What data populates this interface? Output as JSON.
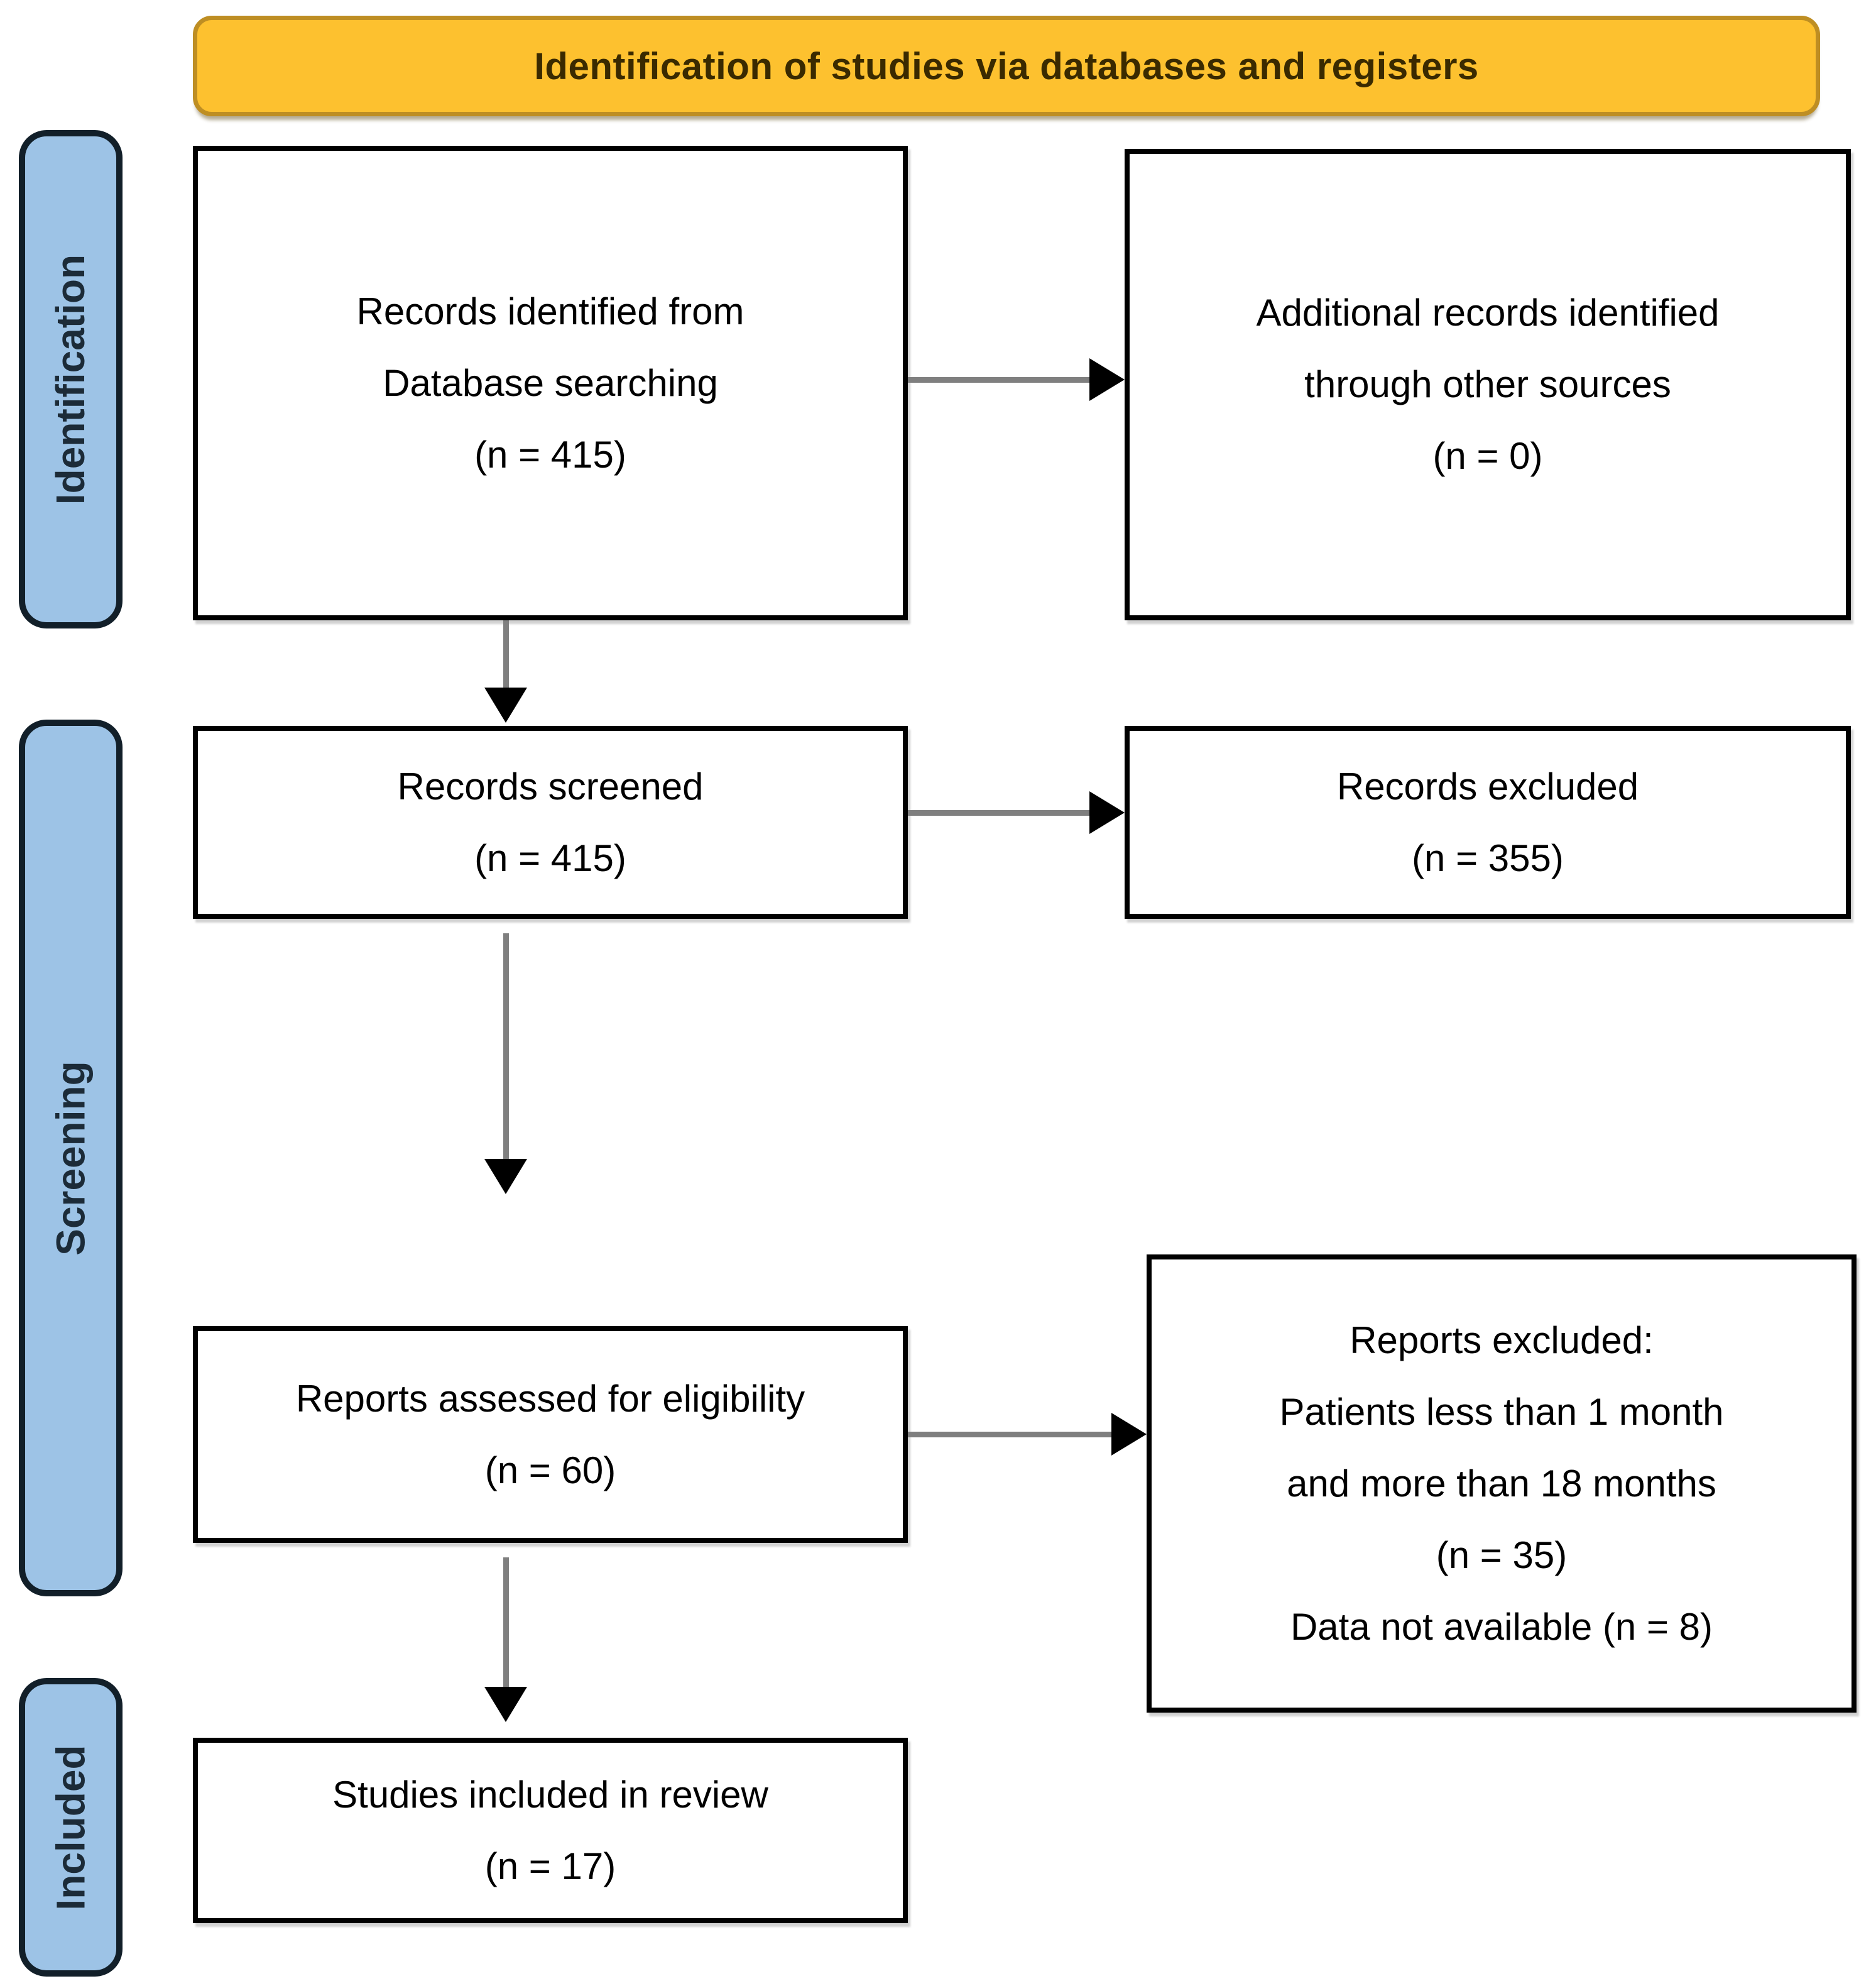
{
  "header": {
    "title": "Identification of studies via databases and registers"
  },
  "sidebar": {
    "stages": [
      {
        "label": "Identification"
      },
      {
        "label": "Screening"
      },
      {
        "label": "Included"
      }
    ]
  },
  "boxes": {
    "records_identified": {
      "lines": [
        "Records identified from",
        "Database searching",
        "(n = 415)"
      ]
    },
    "additional_records": {
      "lines": [
        "Additional records identified",
        "through other sources",
        "(n = 0)"
      ]
    },
    "records_screened": {
      "lines": [
        "Records screened",
        "(n = 415)"
      ]
    },
    "records_excluded": {
      "lines": [
        "Records excluded",
        "(n = 355)"
      ]
    },
    "reports_assessed": {
      "lines": [
        "Reports assessed for eligibility",
        "(n = 60)"
      ]
    },
    "reports_excluded": {
      "lines": [
        "Reports excluded:",
        "Patients less than 1 month",
        "and more than 18 months",
        "(n = 35)",
        "Data not available (n = 8)"
      ]
    },
    "studies_included": {
      "lines": [
        "Studies included in review",
        "(n = 17)"
      ]
    }
  },
  "colors": {
    "background": "#FFFFFF",
    "header_fill": "#FDC12F",
    "header_border": "#BE8E23",
    "header_text": "#3A2A00",
    "sidebar_fill": "#9DC3E6",
    "sidebar_border": "#121F29",
    "sidebar_text": "#1C2B38",
    "box_border": "#000000",
    "box_text": "#000000",
    "arrow_line": "#7F7F7F",
    "arrow_head": "#000000"
  }
}
